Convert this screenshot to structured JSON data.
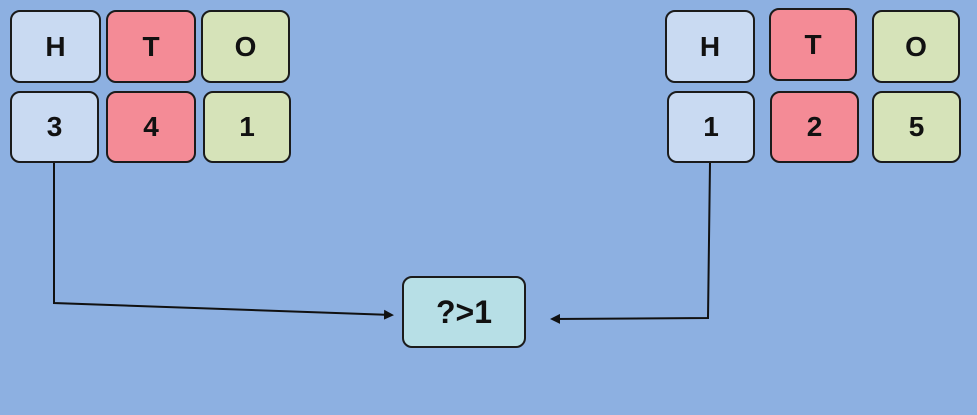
{
  "left_group": {
    "headers": [
      "H",
      "T",
      "O"
    ],
    "digits": [
      "3",
      "4",
      "1"
    ]
  },
  "right_group": {
    "headers": [
      "H",
      "T",
      "O"
    ],
    "digits": [
      "1",
      "2",
      "5"
    ]
  },
  "comparison": {
    "text": "?>1"
  },
  "colors": {
    "background": "#8db0e1",
    "hundreds": "#c9daf2",
    "tens": "#f48b96",
    "ones": "#d6e3b9",
    "result": "#b7dfe6"
  }
}
